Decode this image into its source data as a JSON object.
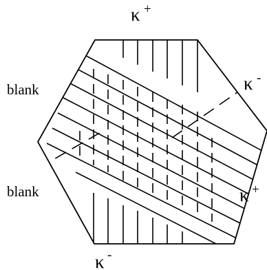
{
  "labels": {
    "top": {
      "symbol": "κ",
      "sign": "+"
    },
    "upper_right": {
      "symbol": "κ",
      "sign": "-"
    },
    "lower_right": {
      "symbol": "κ",
      "sign": "+"
    },
    "bottom": {
      "symbol": "κ",
      "sign": "-"
    },
    "upper_left": "blank",
    "lower_left": "blank"
  },
  "colors": {
    "stroke": "#000000",
    "background": "#ffffff"
  }
}
